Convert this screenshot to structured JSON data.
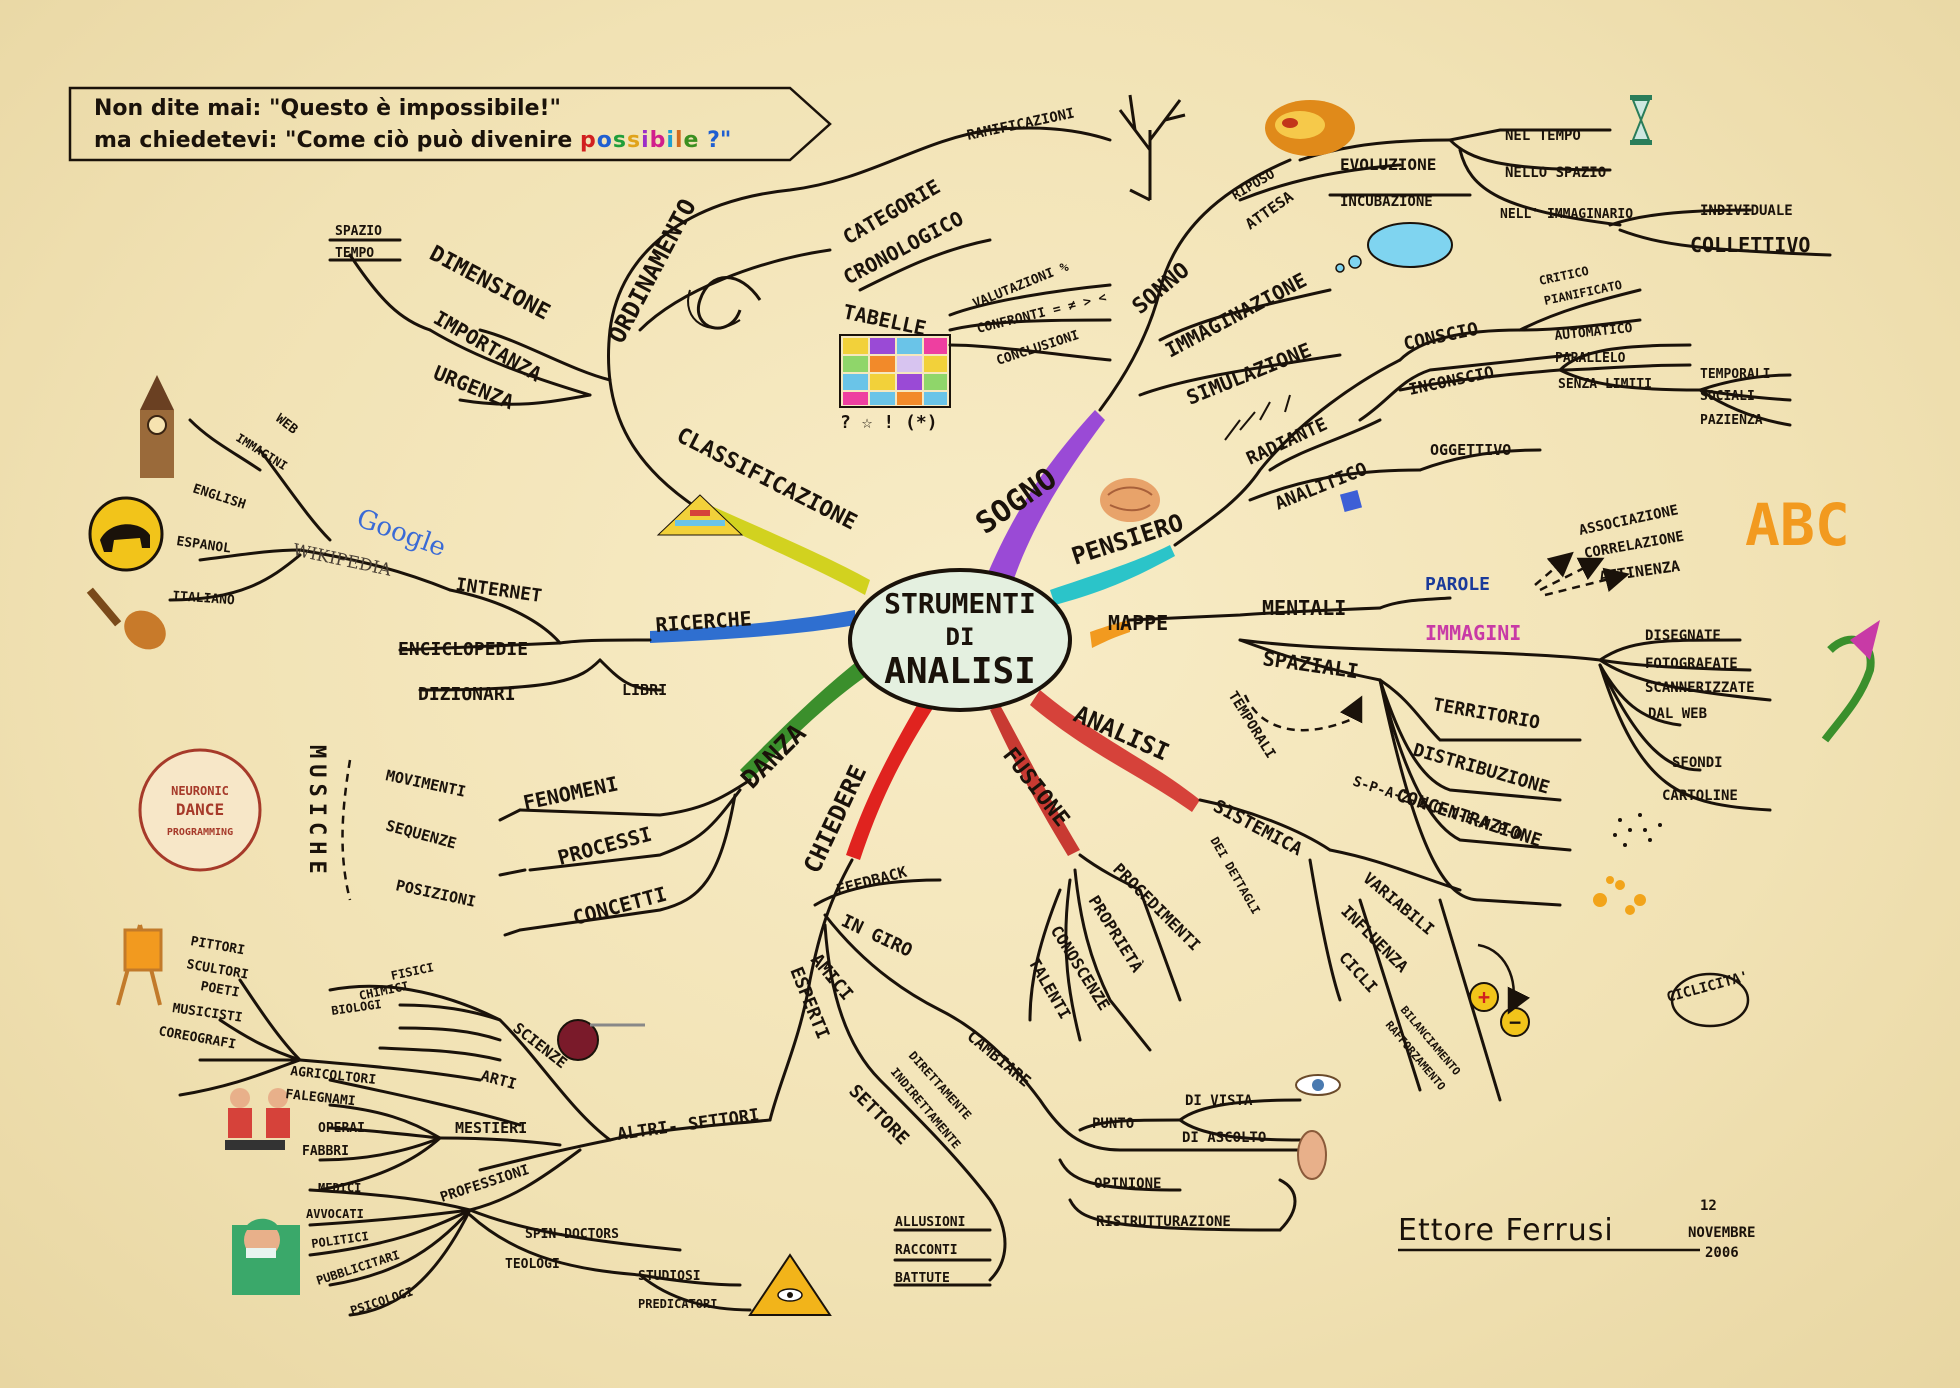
{
  "quote": {
    "line1_a": "Non dite mai: \"Questo è impossibile!\"",
    "line2_a": "ma chiedetevi: \"Come ciò può divenire",
    "line2_word": "possibile",
    "line2_end": "?\"",
    "possibile_colors": [
      "#d11f1f",
      "#1f5fd1",
      "#1f9e3a",
      "#e0a31a",
      "#9b2fc7",
      "#d11f8c",
      "#1fa0d1",
      "#d16a1f",
      "#3a8f1f"
    ]
  },
  "center": {
    "line1": "STRUMENTI",
    "line2": "DI",
    "line3": "ANALISI"
  },
  "branch_colors": {
    "sogno": "#9a4ad6",
    "pensiero": "#2bc4c9",
    "mappe": "#f29a1f",
    "analisi": "#d6423a",
    "fusione": "#c83a32",
    "chiedere": "#e0231f",
    "danza": "#3b8f2c",
    "ricerche": "#2f6fd0",
    "classificazione": "#d2d21f"
  },
  "labels": {
    "ordinamento": "ORDINAMENTO",
    "categorie": "CATEGORIE",
    "ramificazioni": "RAMIFICAZIONI",
    "cronologico": "CRONOLOGICO",
    "tabelle": "TABELLE",
    "valutazioni": "VALUTAZIONI %",
    "confronti": "CONFRONTI = ≠ > <",
    "conclusioni": "CONCLUSIONI",
    "tabelle_symbols": "? ☆ ! (*)",
    "classificazione": "CLASSIFICAZIONE",
    "dimensione": "DIMENSIONE",
    "spazio": "SPAZIO",
    "tempo": "TEMPO",
    "importanza": "IMPORTANZA",
    "urgenza": "URGENZA",
    "sogno": "SOGNO",
    "sonno": "SONNO",
    "riposo": "RIPOSO",
    "attesa": "ATTESA",
    "evoluzione": "EVOLUZIONE",
    "nel_tempo": "NEL TEMPO",
    "nello_spazio": "NELLO SPAZIO",
    "nell_immaginario": "NELL' IMMAGINARIO",
    "individuale": "INDIVIDUALE",
    "collettivo": "COLLETTIVO",
    "incubazione": "INCUBAZIONE",
    "immaginazione": "IMMAGINAZIONE",
    "simulazione": "SIMULAZIONE",
    "pensiero": "PENSIERO",
    "radiante": "RADIANTE",
    "conscio": "CONSCIO",
    "critico": "CRITICO",
    "pianificato": "PIANIFICATO",
    "inconscio": "INCONSCIO",
    "automatico": "AUTOMATICO",
    "parallelo": "PARALLELO",
    "senza_limiti": "SENZA LIMITI",
    "temporali_r": "TEMPORALI",
    "sociali": "SOCIALI",
    "pazienza": "PAZIENZA",
    "analitico": "ANALITICO",
    "oggettivo": "OGGETTIVO",
    "mappe": "MAPPE",
    "mentali": "MENTALI",
    "parole": "PAROLE",
    "associazione": "ASSOCIAZIONE",
    "correlazione": "CORRELAZIONE",
    "attinenza": "ATTINENZA",
    "immagini_r": "IMMAGINI",
    "disegnate": "DISEGNATE",
    "fotografate": "FOTOGRAFATE",
    "scannerizzate": "SCANNERIZZATE",
    "dal_web": "DAL WEB",
    "sfondi": "SFONDI",
    "cartoline": "CARTOLINE",
    "spaziali": "SPAZIALI",
    "territorio": "TERRITORIO",
    "distribuzione": "DISTRIBUZIONE",
    "concentrazione": "CONCENTRAZIONE",
    "temporali": "TEMPORALI",
    "spaziotempo": "S-P-A-Z-I-O-T-E-M-P-O",
    "ciclicita": "CICLICITA'",
    "analisi": "ANALISI",
    "sistemica": "SISTEMICA",
    "dei_dettagli": "DEI DETTAGLI",
    "variabili": "VARIABILI",
    "influenza": "INFLUENZA",
    "cicli": "CICLI",
    "bilanciamento": "BILANCIAMENTO",
    "rafforzamento": "RAFFORZAMENTO",
    "plus": "+",
    "minus": "−",
    "fusione": "FUSIONE",
    "procedimenti": "PROCEDIMENTI",
    "proprieta": "PROPRIETÀ",
    "conoscenze": "CONOSCENZE",
    "talenti": "TALENTI",
    "chiedere": "CHIEDERE",
    "feedback": "FEEDBACK",
    "in_giro": "IN GIRO",
    "amici": "AMICI",
    "esperti": "ESPERTI",
    "settore": "SETTORE",
    "cambiare": "CAMBIARE",
    "punto": "PUNTO",
    "di_vista": "DI VISTA",
    "di_ascolto": "DI ASCOLTO",
    "opinione": "OPINIONE",
    "ristrutturazione": "RISTRUTTURAZIONE",
    "direttamente": "DIRETTAMENTE",
    "indirettamente": "INDIRETTAMENTE",
    "allusioni": "ALLUSIONI",
    "racconti": "RACCONTI",
    "battute": "BATTUTE",
    "altri_settori": "ALTRI- SETTORI",
    "scienze": "SCIENZE",
    "fisici": "FISICI",
    "chimici": "CHIMICI",
    "biologi": "BIOLOGI",
    "arti": "ARTI",
    "pittori": "PITTORI",
    "scultori": "SCULTORI",
    "poeti": "POETI",
    "musicisti": "MUSICISTI",
    "coreografi": "COREOGRAFI",
    "mestieri": "MESTIERI",
    "agricoltori": "AGRICOLTORI",
    "falegnami": "FALEGNAMI",
    "operai": "OPERAI",
    "fabbri": "FABBRI",
    "professioni": "PROFESSIONI",
    "medici": "MEDICI",
    "avvocati": "AVVOCATI",
    "politici": "POLITICI",
    "pubblicitari": "PUBBLICITARI",
    "psicologi": "PSICOLOGI",
    "spin_doctors": "SPIN-DOCTORS",
    "teologi": "TEOLOGI",
    "studiosi": "STUDIOSI",
    "predicatori": "PREDICATORI",
    "danza": "DANZA",
    "musiche": "MUSICHE",
    "fenomeni": "FENOMENI",
    "movimenti": "MOVIMENTI",
    "processi": "PROCESSI",
    "sequenze": "SEQUENZE",
    "concetti": "CONCETTI",
    "posizioni": "POSIZIONI",
    "neuronic_1": "NEURONIC",
    "neuronic_2": "DANCE",
    "neuronic_3": "PROGRAMMING",
    "ricerche": "RICERCHE",
    "internet": "INTERNET",
    "web": "WEB",
    "immagini_l": "IMMAGINI",
    "english": "ENGLISH",
    "espanol": "ESPANOL",
    "italiano": "ITALIANO",
    "google": "Google",
    "wikipedia": "WIKIPEDIA",
    "enciclopedie": "ENCICLOPEDIE",
    "libri": "LIBRI",
    "dizionari": "DIZIONARI",
    "abc": "ABC"
  },
  "signature": {
    "name": "Ettore Ferrusi",
    "day": "12",
    "month": "NOVEMBRE",
    "year": "2006"
  }
}
